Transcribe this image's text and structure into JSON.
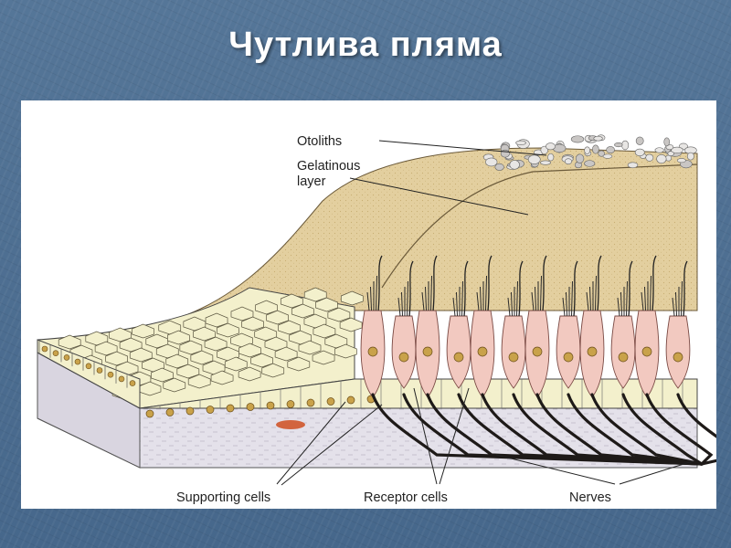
{
  "slide": {
    "title": "Чутлива пляма"
  },
  "diagram": {
    "labels": {
      "otoliths": "Otoliths",
      "gelatinous_line1": "Gelatinous",
      "gelatinous_line2": "layer",
      "supporting_cells": "Supporting cells",
      "receptor_cells": "Receptor cells",
      "nerves": "Nerves"
    },
    "colors": {
      "slide_background": "#4a6b8f",
      "gelatinous_layer": "#e3cf9f",
      "epithelium_cells": "#f3f0cc",
      "receptor_cell": "#f2c9c0",
      "connective_tissue": "#e4e1ea",
      "nucleus": "#c9a24a",
      "nerve": "#1e1a18"
    }
  }
}
